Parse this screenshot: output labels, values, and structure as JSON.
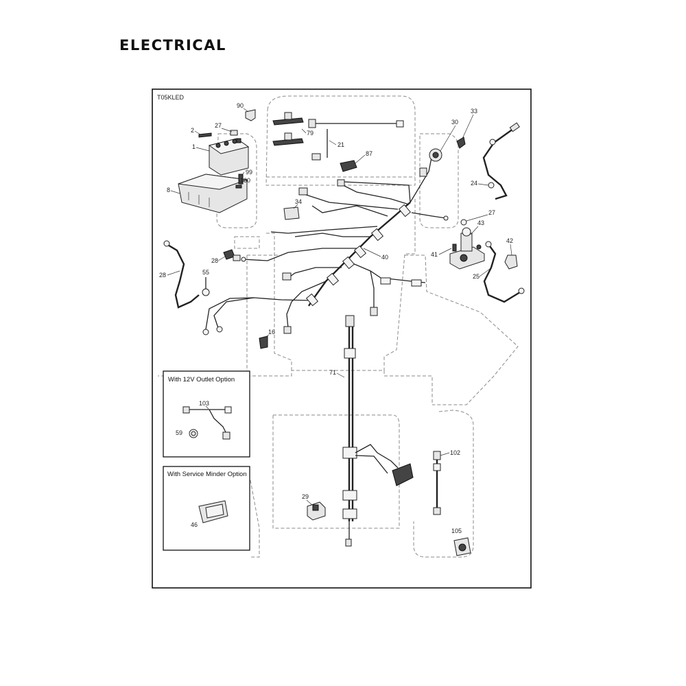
{
  "title": "ELECTRICAL",
  "diagram_code": "T05KLED",
  "insets": [
    {
      "title": "With 12V Outlet Option",
      "labels": [
        "103",
        "59"
      ]
    },
    {
      "title": "With Service Minder Option",
      "labels": [
        "46"
      ]
    }
  ],
  "labels": [
    "90",
    "2",
    "27",
    "1",
    "99",
    "100",
    "8",
    "79",
    "21",
    "87",
    "34",
    "30",
    "33",
    "24",
    "27",
    "43",
    "42",
    "41",
    "25",
    "28",
    "28",
    "55",
    "40",
    "16",
    "71",
    "102",
    "29",
    "105"
  ]
}
